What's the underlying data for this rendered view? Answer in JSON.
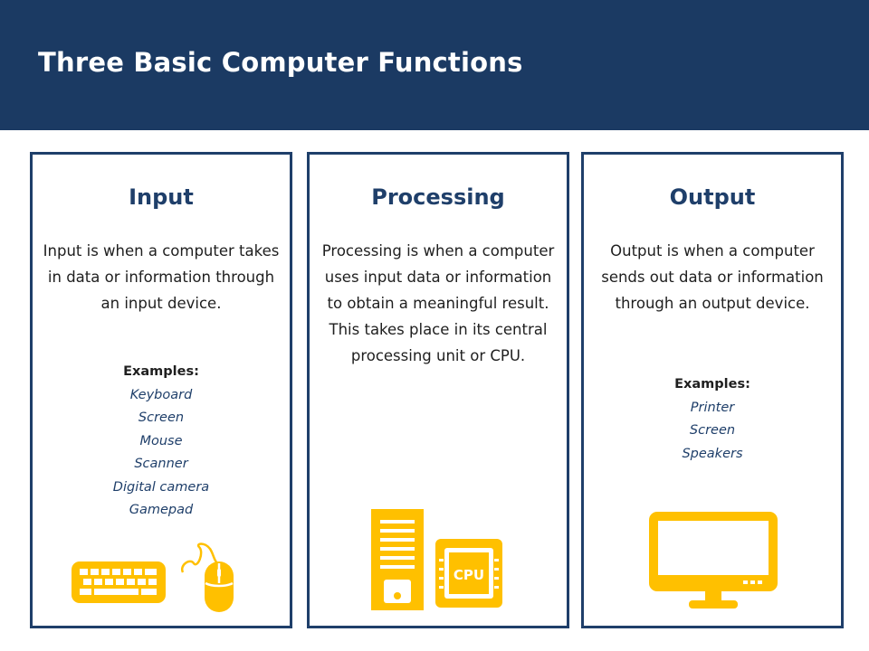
{
  "title": "Three Basic Computer Functions",
  "accent_color": "#ffc000",
  "header_color": "#1b3a63",
  "panels": [
    {
      "heading": "Input",
      "description": "Input is when a computer takes in data or information through an input device.",
      "examples_label": "Examples:",
      "examples": [
        "Keyboard",
        "Screen",
        "Mouse",
        "Scanner",
        "Digital camera",
        "Gamepad"
      ],
      "icons": [
        "keyboard-icon",
        "mouse-icon"
      ]
    },
    {
      "heading": "Processing",
      "description": "Processing is when a computer uses input data or information to obtain a meaningful result. This takes place in its central processing unit or CPU.",
      "icons": [
        "computer-tower-icon",
        "cpu-chip-icon"
      ],
      "cpu_chip_label": "CPU"
    },
    {
      "heading": "Output",
      "description": "Output is when a computer sends out data or information through an output device.",
      "examples_label": "Examples:",
      "examples": [
        "Printer",
        "Screen",
        "Speakers"
      ],
      "icons": [
        "monitor-icon"
      ]
    }
  ]
}
